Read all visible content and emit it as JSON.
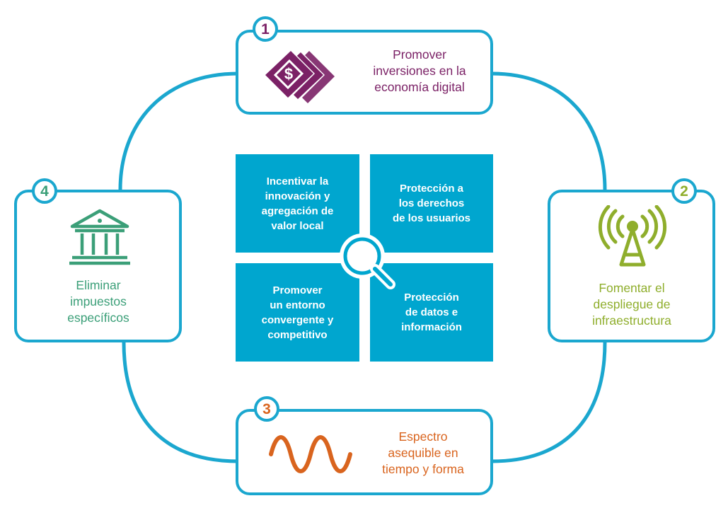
{
  "steps": [
    {
      "number": "1",
      "text": "Promover\ninversiones en la\neconomía digital",
      "color": "#7b2166",
      "icon": "money-bills-icon"
    },
    {
      "number": "2",
      "text": "Fomentar el\ndespliegue de\ninfraestructura",
      "color": "#8fae2c",
      "icon": "antenna-tower-icon"
    },
    {
      "number": "3",
      "text": "Espectro\nasequible en\ntiempo y forma",
      "color": "#d9641e",
      "icon": "sine-wave-icon"
    },
    {
      "number": "4",
      "text": "Eliminar\nimpuestos\nespecíficos",
      "color": "#3b9f78",
      "icon": "bank-building-icon"
    }
  ],
  "center": [
    "Incentivar la\ninnovación y\nagregación de\nvalor local",
    "Protección a\nlos derechos\nde los usuarios",
    "Promover\nun entorno\nconvergente y\ncompetitivo",
    "Protección\nde datos e\ninformación"
  ],
  "center_icon": "magnifier-icon",
  "colors": {
    "ring": "#1ba7cf",
    "tile": "#00a6cf"
  }
}
